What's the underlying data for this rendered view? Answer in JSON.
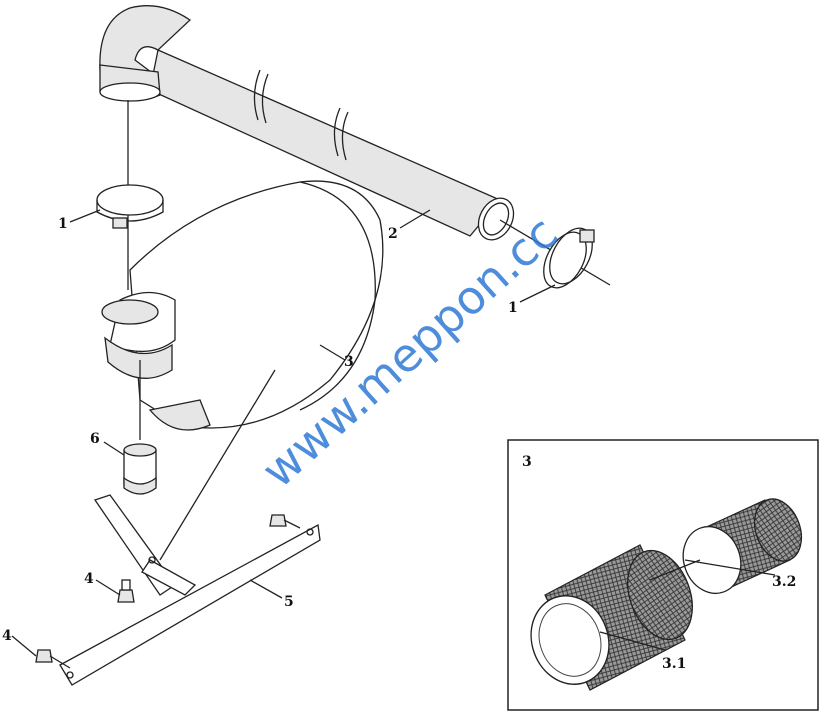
{
  "labels": {
    "clamp_top": "1",
    "clamp_right": "1",
    "pipe": "2",
    "filter": "3",
    "bolt_mid": "4",
    "bolt_left": "4",
    "bracket": "5",
    "elbow": "6",
    "inset_title": "3",
    "element_outer": "3.1",
    "element_inner": "3.2"
  },
  "watermark": "www.meppon.cc"
}
